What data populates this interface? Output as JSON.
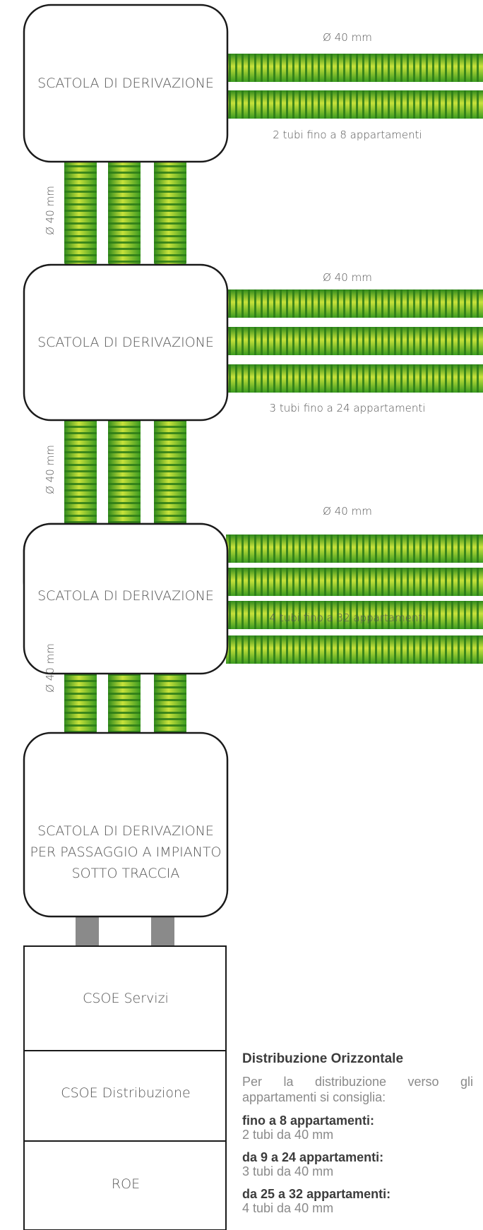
{
  "diagram": {
    "boxes": [
      {
        "lines": [
          "SCATOLA DI DERIVAZIONE"
        ]
      },
      {
        "lines": [
          "SCATOLA DI DERIVAZIONE"
        ]
      },
      {
        "lines": [
          "SCATOLA DI DERIVAZIONE"
        ]
      },
      {
        "lines": [
          "SCATOLA DI DERIVAZIONE",
          "PER PASSAGGIO A IMPIANTO",
          "SOTTO TRACCIA"
        ]
      }
    ],
    "horizontal_groups": [
      {
        "diameter": "Ø 40 mm",
        "tubes": 2,
        "caption": "2 tubi fino a 8 appartamenti"
      },
      {
        "diameter": "Ø 40 mm",
        "tubes": 3,
        "caption": "3 tubi fino a 24 appartamenti"
      },
      {
        "diameter": "Ø 40 mm",
        "tubes": 4,
        "caption": "4 tubi fino a 32 appartamenti"
      }
    ],
    "vertical_labels": [
      "Ø 40 mm",
      "Ø 40 mm",
      "Ø 40 mm"
    ],
    "cabinet": [
      "CSOE Servizi",
      "CSOE Distribuzione",
      "ROE"
    ],
    "colors": {
      "tube_dark": "#2f8a1c",
      "tube_mid": "#5cb82a",
      "tube_light": "#c8e23a",
      "connector": "#8a8a8a",
      "stroke": "#1a1a1a"
    }
  },
  "info": {
    "title": "Distribuzione Orizzontale",
    "intro_line1": "Per la distribuzione verso gli",
    "intro_line2": "appartamenti si consiglia:",
    "recommendations": [
      {
        "head": "fino a 8 appartamenti:",
        "body": "2 tubi da 40 mm"
      },
      {
        "head": "da 9 a 24 appartamenti:",
        "body": "3 tubi da 40 mm"
      },
      {
        "head": "da 25 a 32 appartamenti:",
        "body": "4 tubi da 40 mm"
      }
    ]
  }
}
